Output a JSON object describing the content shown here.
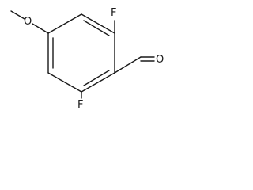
{
  "molecule": {
    "atoms": {
      "f_top": "F",
      "f_bottom": "F",
      "o_methoxy": "O",
      "o_aldehyde": "O"
    }
  }
}
